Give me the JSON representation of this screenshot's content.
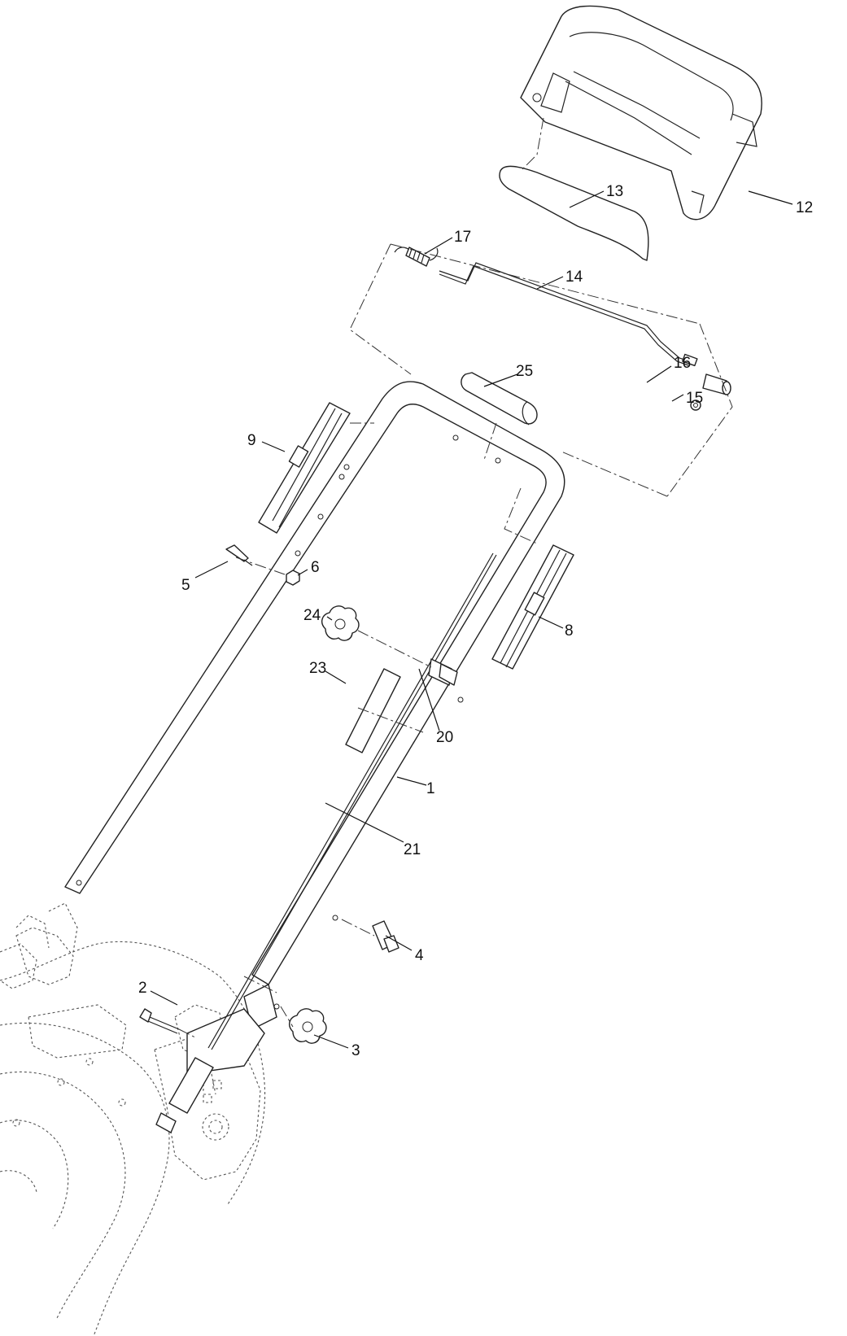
{
  "callouts": [
    {
      "id": "c1",
      "label": "1"
    },
    {
      "id": "c2",
      "label": "2"
    },
    {
      "id": "c3",
      "label": "3"
    },
    {
      "id": "c4",
      "label": "4"
    },
    {
      "id": "c5",
      "label": "5"
    },
    {
      "id": "c6",
      "label": "6"
    },
    {
      "id": "c8",
      "label": "8"
    },
    {
      "id": "c9",
      "label": "9"
    },
    {
      "id": "c12",
      "label": "12"
    },
    {
      "id": "c13",
      "label": "13"
    },
    {
      "id": "c14",
      "label": "14"
    },
    {
      "id": "c15",
      "label": "15"
    },
    {
      "id": "c16",
      "label": "16"
    },
    {
      "id": "c17",
      "label": "17"
    },
    {
      "id": "c20",
      "label": "20"
    },
    {
      "id": "c21",
      "label": "21"
    },
    {
      "id": "c23",
      "label": "23"
    },
    {
      "id": "c24",
      "label": "24"
    },
    {
      "id": "c25",
      "label": "25"
    }
  ]
}
